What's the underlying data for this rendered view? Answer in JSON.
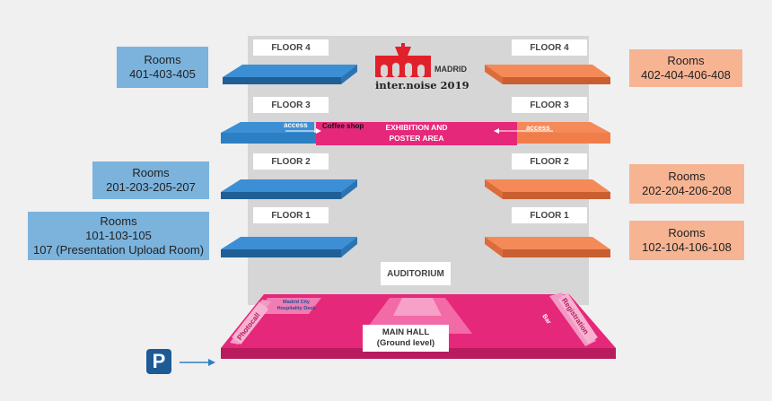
{
  "logo": {
    "city": "MADRID",
    "event": "inter.noise 2019"
  },
  "floors": {
    "left": [
      "FLOOR 4",
      "FLOOR 3",
      "FLOOR 2",
      "FLOOR 1"
    ],
    "right": [
      "FLOOR 4",
      "FLOOR 3",
      "FLOOR 2",
      "FLOOR 1"
    ]
  },
  "rooms": {
    "left_401": {
      "title": "Rooms",
      "line1": "401-403-405"
    },
    "left_201": {
      "title": "Rooms",
      "line1": "201-203-205-207"
    },
    "left_101": {
      "title": "Rooms",
      "line1": "101-103-105",
      "line2": "107 (Presentation Upload Room)"
    },
    "right_402": {
      "title": "Rooms",
      "line1": "402-404-406-408"
    },
    "right_202": {
      "title": "Rooms",
      "line1": "202-204-206-208"
    },
    "right_102": {
      "title": "Rooms",
      "line1": "102-104-106-108"
    }
  },
  "floor3": {
    "access_left": "access",
    "coffee": "Coffee shop",
    "exhibition_line1": "EXHIBITION AND",
    "exhibition_line2": "POSTER AREA",
    "access_right": "access"
  },
  "auditorium": "AUDITORIUM",
  "main_hall": {
    "line1": "MAIN HALL",
    "line2": "(Ground level)",
    "photocall": "Photocall",
    "hospitality_line1": "Madrid City",
    "hospitality_line2": "Hospitality Desk",
    "registration": "Registration",
    "bar": "Bar"
  },
  "parking": {
    "letter": "P"
  },
  "colors": {
    "blue": "#2d7fc4",
    "blue_dark": "#1f5f96",
    "orange": "#f07d4a",
    "orange_dark": "#c95f31",
    "magenta": "#e6287a",
    "magenta_dark": "#b81b5e",
    "building": "#d6d6d6",
    "parking": "#1d5b96"
  }
}
